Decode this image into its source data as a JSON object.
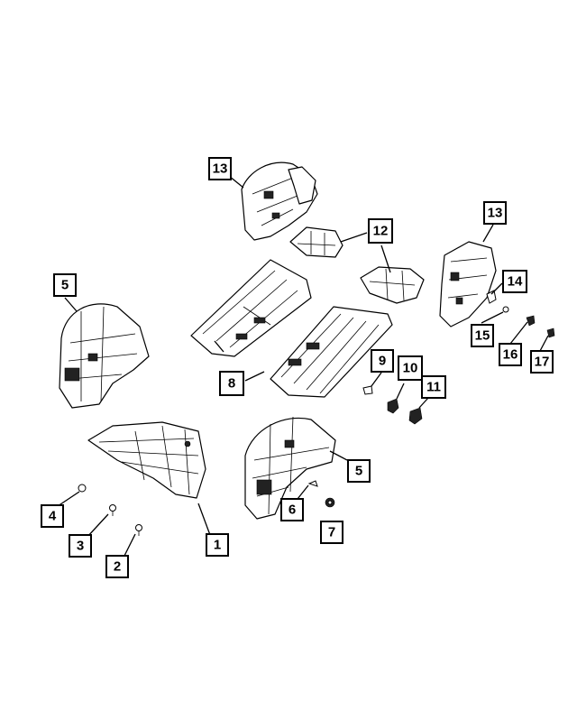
{
  "callouts": [
    {
      "id": "c1",
      "label": "1"
    },
    {
      "id": "c2",
      "label": "2"
    },
    {
      "id": "c3",
      "label": "3"
    },
    {
      "id": "c4",
      "label": "4"
    },
    {
      "id": "c5a",
      "label": "5"
    },
    {
      "id": "c5b",
      "label": "5"
    },
    {
      "id": "c6",
      "label": "6"
    },
    {
      "id": "c7",
      "label": "7"
    },
    {
      "id": "c8",
      "label": "8"
    },
    {
      "id": "c9",
      "label": "9"
    },
    {
      "id": "c10",
      "label": "10"
    },
    {
      "id": "c11",
      "label": "11"
    },
    {
      "id": "c12",
      "label": "12"
    },
    {
      "id": "c13a",
      "label": "13"
    },
    {
      "id": "c13b",
      "label": "13"
    },
    {
      "id": "c14",
      "label": "14"
    },
    {
      "id": "c15",
      "label": "15"
    },
    {
      "id": "c16",
      "label": "16"
    },
    {
      "id": "c17",
      "label": "17"
    }
  ],
  "colors": {
    "line": "#000000",
    "background": "#ffffff"
  }
}
